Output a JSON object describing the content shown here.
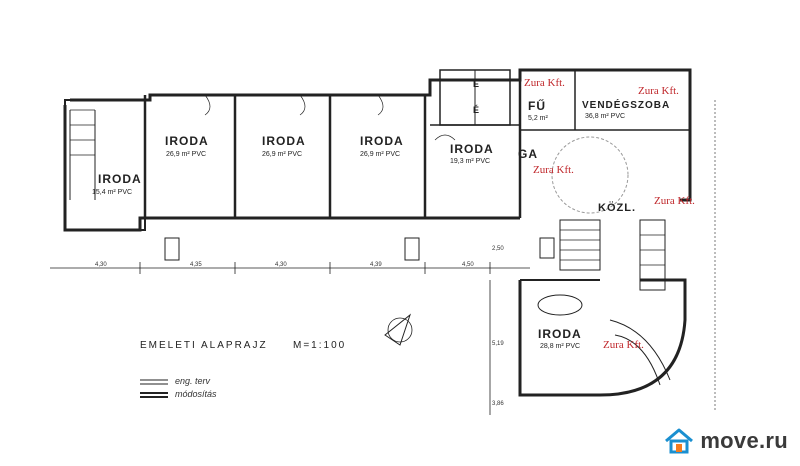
{
  "plan": {
    "title": "EMELETI ALAPRAJZ",
    "scale": "M=1:100",
    "legend": [
      "eng. terv",
      "módosítás"
    ]
  },
  "rooms": [
    {
      "id": "iroda-left",
      "label": "IRODA",
      "area": "15,4 m² PVC"
    },
    {
      "id": "iroda-1",
      "label": "IRODA",
      "area": "26,9 m² PVC"
    },
    {
      "id": "iroda-2",
      "label": "IRODA",
      "area": "26,9 m² PVC"
    },
    {
      "id": "iroda-3",
      "label": "IRODA",
      "area": "26,9 m² PVC"
    },
    {
      "id": "iroda-4",
      "label": "IRODA",
      "area": "19,3 m² PVC"
    },
    {
      "id": "vendegszoba",
      "label": "VENDÉGSZOBA",
      "area": "36,8 m² PVC"
    },
    {
      "id": "fu",
      "label": "FŰ",
      "area": "5,2 m²"
    },
    {
      "id": "ga",
      "label": "GA",
      "area": ""
    },
    {
      "id": "kozl",
      "label": "KÖZL.",
      "area": ""
    },
    {
      "id": "iroda-round",
      "label": "IRODA",
      "area": "28,8 m² PVC"
    },
    {
      "id": "wc-e1",
      "label": "É",
      "area": ""
    },
    {
      "id": "wc-e2",
      "label": "É",
      "area": ""
    }
  ],
  "annotations": [
    "Zura Kft.",
    "Zura Kft.",
    "Zura Kft.",
    "Zura Kft.",
    "Zura Kft."
  ],
  "dimensions": [
    "4,30",
    "4,35",
    "4,30",
    "4,39",
    "4,50",
    "2,50",
    "5,19",
    "3,86"
  ],
  "watermark": {
    "text": "move.ru",
    "color": "#f57c1f",
    "house_color": "#1a8fd0"
  }
}
